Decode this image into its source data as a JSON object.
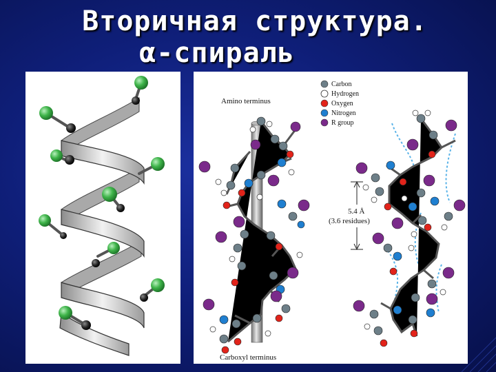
{
  "slide": {
    "title_line1": "Вторичная структура.",
    "title_line2": "α-спираль"
  },
  "diagram": {
    "amino_label": "Amino terminus",
    "carboxyl_label": "Carboxyl terminus",
    "distance_value": "5.4 Å",
    "distance_note": "(3.6 residues)",
    "legend": [
      {
        "label": "Carbon",
        "color": "#6d7f88"
      },
      {
        "label": "Hydrogen",
        "color": "#ffffff"
      },
      {
        "label": "Oxygen",
        "color": "#e2231a"
      },
      {
        "label": "Nitrogen",
        "color": "#1f7fd0"
      },
      {
        "label": "R group",
        "color": "#7a2a8a"
      }
    ]
  },
  "colors": {
    "background": "#0f1f7a",
    "ribbon": "#d9d9d9",
    "r_group_left": "#3fb44a"
  }
}
